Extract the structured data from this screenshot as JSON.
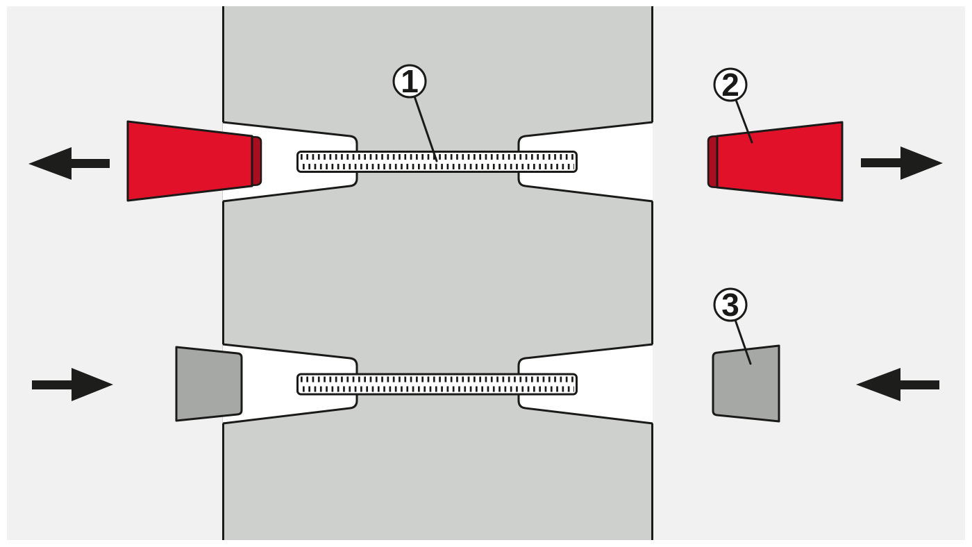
{
  "figure": {
    "type": "technical-illustration",
    "subject": "transport-bolt-removal-and-cover-insertion"
  },
  "callouts": [
    {
      "label": "1"
    },
    {
      "label": "2"
    },
    {
      "label": "3"
    }
  ],
  "arrows": [
    {
      "name": "arrow-top-left",
      "direction": "left"
    },
    {
      "name": "arrow-top-right",
      "direction": "right"
    },
    {
      "name": "arrow-bottom-left",
      "direction": "right"
    },
    {
      "name": "arrow-bottom-right",
      "direction": "left"
    }
  ],
  "colors": {
    "page": "#ffffff",
    "panel_background": "#f0f1f0",
    "machine_body": "#cdd0cd",
    "outline": "#1a1a18",
    "recess_fill": "#ffffff",
    "rod_fill": "#ffffff",
    "red_cap": "#e2112a",
    "red_cap_stripe": "#a90e20",
    "gray_cap": "#a6a8a6",
    "arrow_fill": "#1d1d1b",
    "callout_fill": "#ffffff"
  }
}
